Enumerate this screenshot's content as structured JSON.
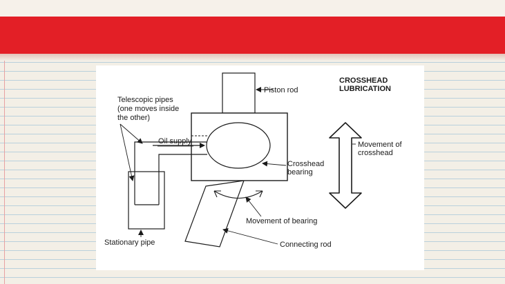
{
  "slide": {
    "accent_color": "#e31f26",
    "background_color": "#f3efe6",
    "line_color": "#b9d0dc"
  },
  "diagram": {
    "title_line1": "CROSSHEAD",
    "title_line2": "LUBRICATION",
    "labels": {
      "piston_rod": "Piston rod",
      "telescopic_line1": "Telescopic pipes",
      "telescopic_line2": "(one moves inside",
      "telescopic_line3": "the other)",
      "oil_supply": "Oil supply",
      "crosshead_bearing_line1": "Crosshead",
      "crosshead_bearing_line2": "bearing",
      "movement_crosshead_line1": "Movement of",
      "movement_crosshead_line2": "crosshead",
      "movement_bearing": "Movement of bearing",
      "stationary_pipe": "Stationary pipe",
      "connecting_rod": "Connecting rod"
    }
  }
}
